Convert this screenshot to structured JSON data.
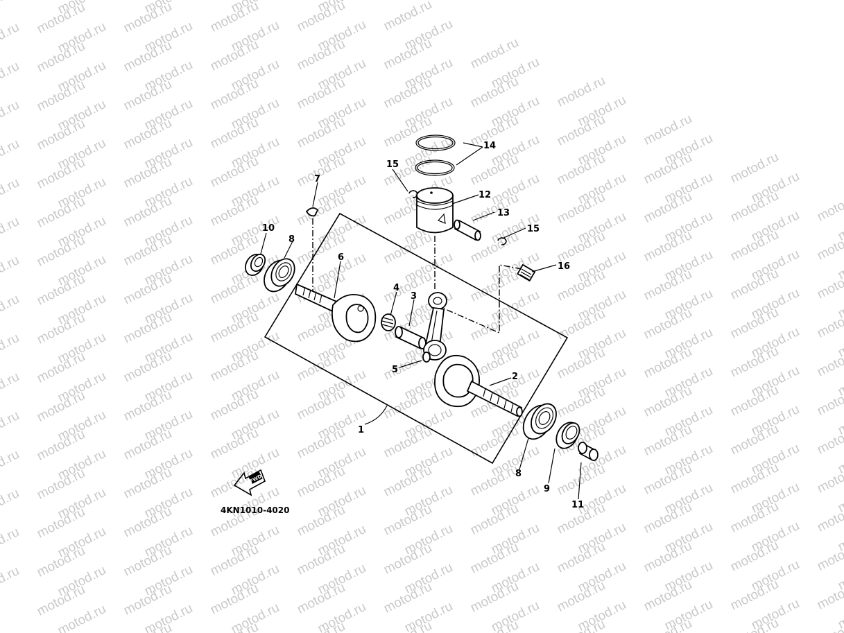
{
  "watermark_text": "motod.ru",
  "diagram_code": "4KN1010-4020",
  "fwd_label": "FWD",
  "callouts": [
    {
      "id": "c1",
      "label": "1"
    },
    {
      "id": "c2",
      "label": "2"
    },
    {
      "id": "c3",
      "label": "3"
    },
    {
      "id": "c4",
      "label": "4"
    },
    {
      "id": "c5",
      "label": "5"
    },
    {
      "id": "c6",
      "label": "6"
    },
    {
      "id": "c7",
      "label": "7"
    },
    {
      "id": "c8a",
      "label": "8"
    },
    {
      "id": "c8b",
      "label": "8"
    },
    {
      "id": "c9",
      "label": "9"
    },
    {
      "id": "c10",
      "label": "10"
    },
    {
      "id": "c11",
      "label": "11"
    },
    {
      "id": "c12",
      "label": "12"
    },
    {
      "id": "c13",
      "label": "13"
    },
    {
      "id": "c14",
      "label": "14"
    },
    {
      "id": "c15a",
      "label": "15"
    },
    {
      "id": "c15b",
      "label": "15"
    },
    {
      "id": "c16",
      "label": "16"
    }
  ]
}
